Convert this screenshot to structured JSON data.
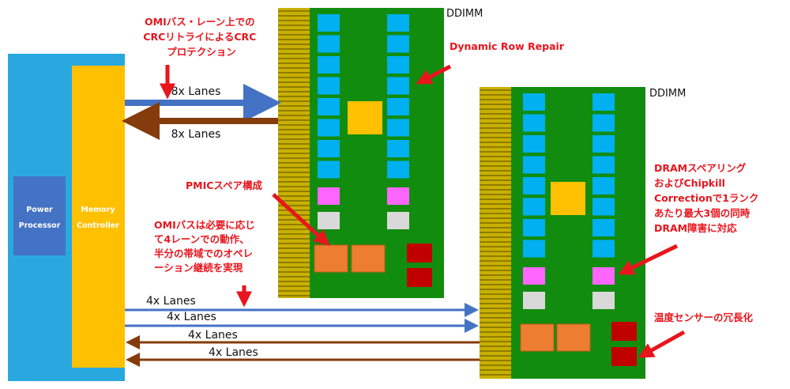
{
  "processor": {
    "power_label_1": "Power",
    "power_label_2": "Processor",
    "memctrl_label_1": "Memory",
    "memctrl_label_2": "Controller"
  },
  "ddimm_top": {
    "label": "DDIMM"
  },
  "ddimm_bottom": {
    "label": "DDIMM"
  },
  "links": {
    "top_out": "8x Lanes",
    "top_in": "8x Lanes",
    "bottom_1": "4x Lanes",
    "bottom_2": "4x Lanes",
    "bottom_3": "4x Lanes",
    "bottom_4": "4x Lanes"
  },
  "annotations": {
    "crc": [
      "OMIバス・レーン上での",
      "CRCリトライによるCRC",
      "プロテクション"
    ],
    "row_repair": [
      "Dynamic Row Repair"
    ],
    "pmic": [
      "PMICスペア構成"
    ],
    "omi_degrade": [
      "OMIバスは必要に応じ",
      "て4レーンでの動作、",
      "半分の帯域でのオペレ",
      "ーション継続を実現"
    ],
    "dram_sparing": [
      "DRAMスペアリング",
      "およびChipkill",
      "Correctionで1ランク",
      "あたり最大3個の同時",
      "DRAM障害に対応"
    ],
    "temp_sensor": [
      "温度センサーの冗長化"
    ]
  },
  "colors": {
    "processor": "#29a8e0",
    "power_box": "#4472c4",
    "memctrl": "#ffc000",
    "board": "#128c0f",
    "pins": "#c9b000",
    "dram": "#00b0f0",
    "spare": "#ff66ff",
    "grey_chip": "#d9d9d9",
    "buffer": "#ffc000",
    "pmic": "#ed7d31",
    "sensor": "#c00000",
    "link_out": "#4472c4",
    "link_in": "#843c0c",
    "annotation": "#e8151d"
  }
}
